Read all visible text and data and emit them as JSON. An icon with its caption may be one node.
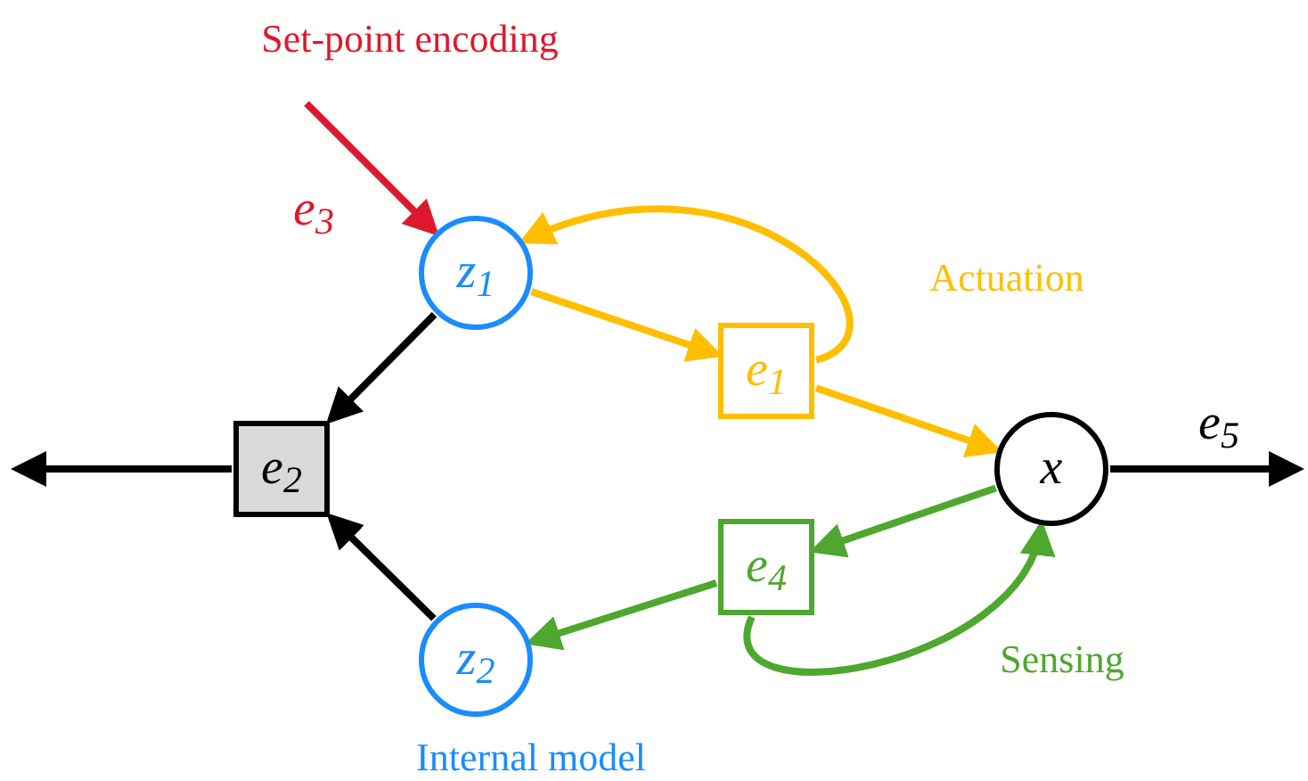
{
  "diagram": {
    "nodes": [
      {
        "text": [
          "z$_{1}$"
        ]
      },
      {
        "text": [
          "e$_{1}$"
        ]
      },
      {
        "text": [
          "e$_{2}$"
        ]
      },
      {
        "text": [
          "x"
        ]
      },
      {
        "text": [
          "e$_{4}$"
        ]
      },
      {
        "text": [
          "z$_{2}$"
        ]
      }
    ],
    "edges": [
      {
        "from": null,
        "to": 0,
        "arrow": "to",
        "label": "e$_{3}$",
        "color": "#e0182d"
      },
      {
        "from": 0,
        "to": 2,
        "arrow": "to"
      },
      {
        "from": 5,
        "to": 2,
        "arrow": "to"
      },
      {
        "from": 2,
        "to": null,
        "arrow": "to"
      },
      {
        "from": 0,
        "to": 1,
        "arrow": "to",
        "color": "#ffbf00"
      },
      {
        "from": 1,
        "to": 0,
        "arrow": "to",
        "color": "#ffbf00"
      },
      {
        "from": 1,
        "to": 3,
        "arrow": "to",
        "color": "#ffbf00"
      },
      {
        "from": 3,
        "to": 4,
        "arrow": "to",
        "color": "#4ea72e"
      },
      {
        "from": 4,
        "to": 5,
        "arrow": "to",
        "color": "#4ea72e"
      },
      {
        "from": 4,
        "to": 3,
        "arrow": "to",
        "color": "#4ea72e"
      },
      {
        "from": 3,
        "to": null,
        "arrow": "to",
        "label": "e$_{5}$"
      }
    ],
    "labels": [
      "Set-point encoding",
      "Actuation",
      "Sensing",
      "Internal model"
    ]
  }
}
